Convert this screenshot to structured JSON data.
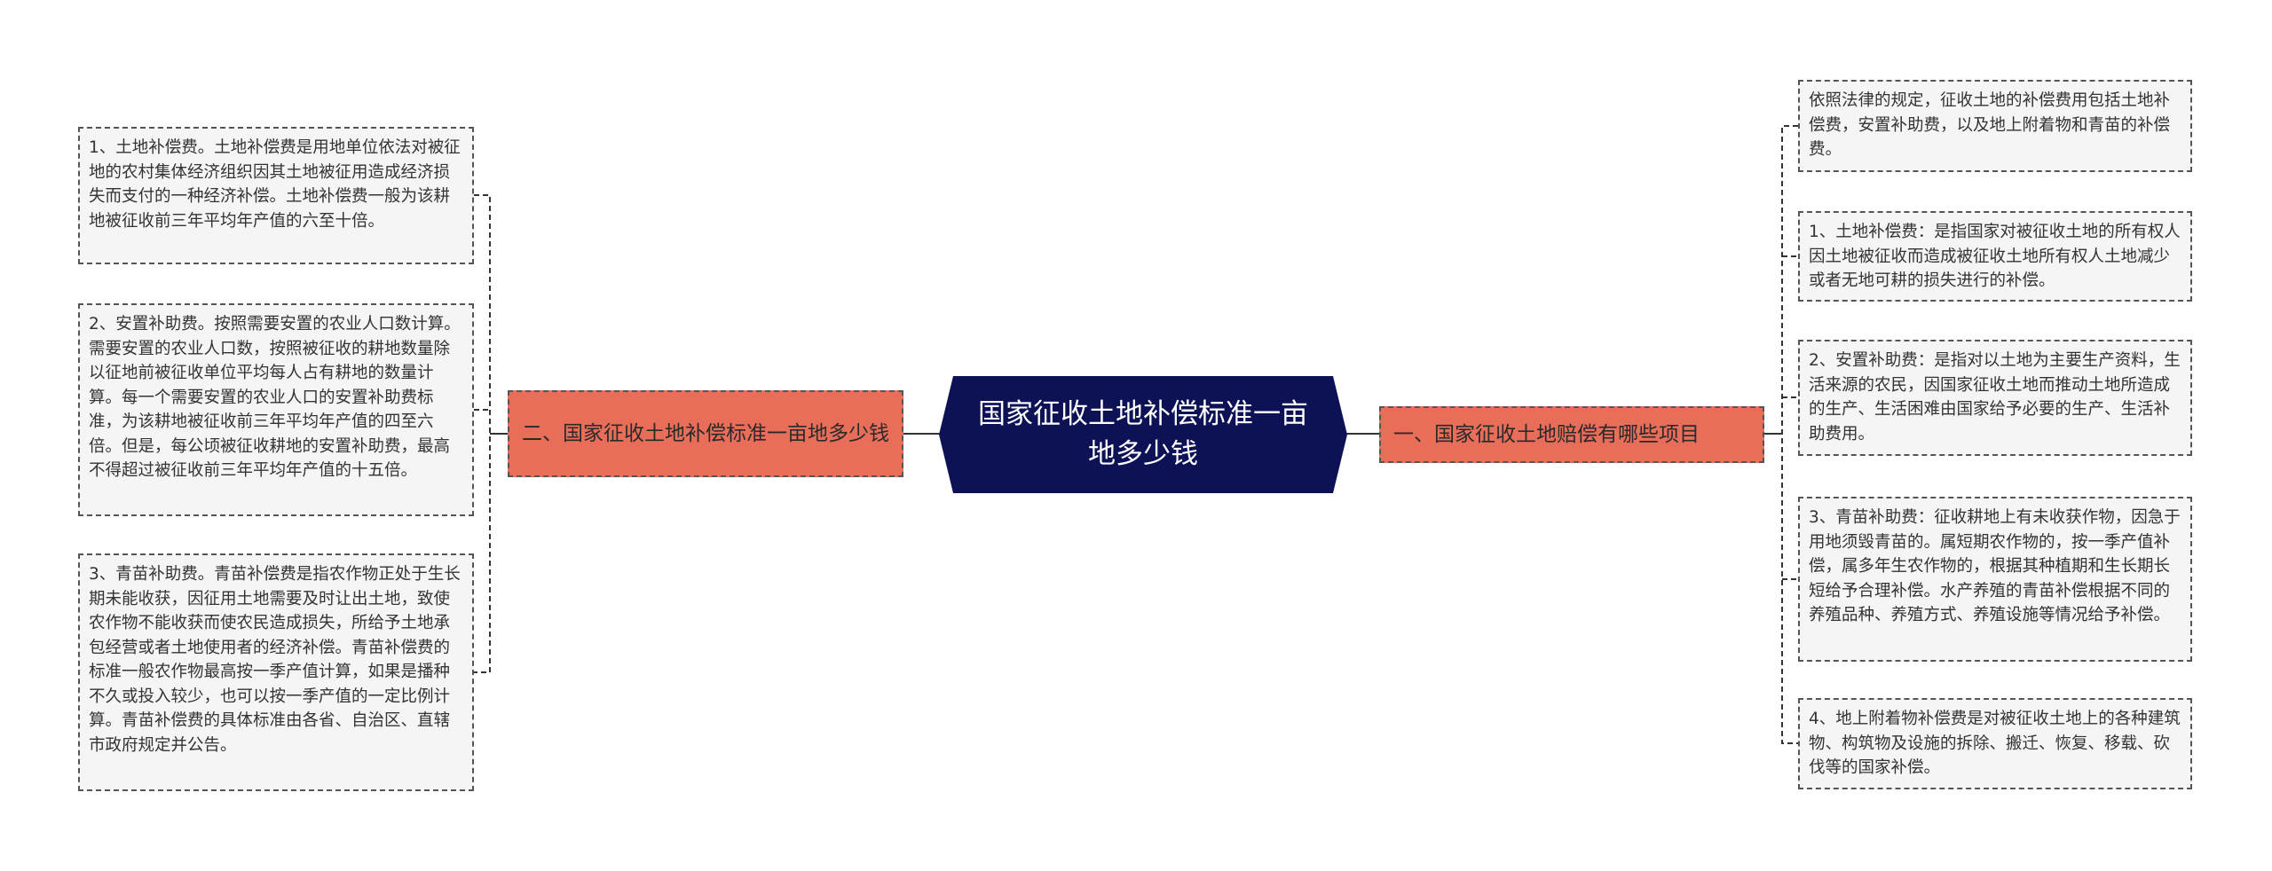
{
  "center": {
    "title": "国家征收土地补偿标准一亩地多少钱"
  },
  "left_branch": {
    "label": "二、国家征收土地补偿标准一亩地多少钱",
    "items": [
      "1、土地补偿费。土地补偿费是用地单位依法对被征地的农村集体经济组织因其土地被征用造成经济损失而支付的一种经济补偿。土地补偿费一般为该耕地被征收前三年平均年产值的六至十倍。",
      "2、安置补助费。按照需要安置的农业人口数计算。需要安置的农业人口数，按照被征收的耕地数量除以征地前被征收单位平均每人占有耕地的数量计算。每一个需要安置的农业人口的安置补助费标准，为该耕地被征收前三年平均年产值的四至六倍。但是，每公顷被征收耕地的安置补助费，最高不得超过被征收前三年平均年产值的十五倍。",
      "3、青苗补助费。青苗补偿费是指农作物正处于生长期未能收获，因征用土地需要及时让出土地，致使农作物不能收获而使农民造成损失，所给予土地承包经营或者土地使用者的经济补偿。青苗补偿费的标准一般农作物最高按一季产值计算，如果是播种不久或投入较少，也可以按一季产值的一定比例计算。青苗补偿费的具体标准由各省、自治区、直辖市政府规定并公告。"
    ]
  },
  "right_branch": {
    "label": "一、国家征收土地赔偿有哪些项目",
    "items": [
      "依照法律的规定，征收土地的补偿费用包括土地补偿费，安置补助费，以及地上附着物和青苗的补偿费。",
      "1、土地补偿费：是指国家对被征收土地的所有权人因土地被征收而造成被征收土地所有权人土地减少或者无地可耕的损失进行的补偿。",
      "2、安置补助费：是指对以土地为主要生产资料，生活来源的农民，因国家征收土地而推动土地所造成的生产、生活困难由国家给予必要的生产、生活补助费用。",
      "3、青苗补助费：征收耕地上有未收获作物，因急于用地须毁青苗的。属短期农作物的，按一季产值补偿，属多年生农作物的，根据其种植期和生长期长短给予合理补偿。水产养殖的青苗补偿根据不同的养殖品种、养殖方式、养殖设施等情况给予补偿。",
      "4、地上附着物补偿费是对被征收土地上的各种建筑物、构筑物及设施的拆除、搬迁、恢复、移载、砍伐等的国家补偿。"
    ]
  },
  "colors": {
    "center_bg": "#0d1156",
    "branch_bg": "#e86e5a",
    "leaf_bg": "#f5f5f5",
    "connector": "#333333"
  }
}
